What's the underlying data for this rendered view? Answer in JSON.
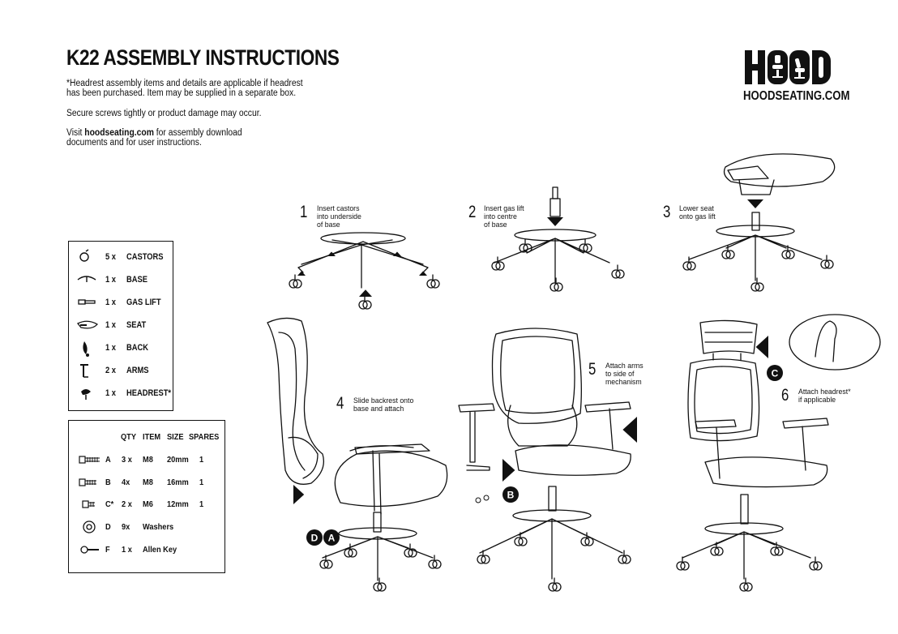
{
  "header": {
    "title": "K22 ASSEMBLY INSTRUCTIONS",
    "note_lines": [
      "*Headrest assembly items and details are applicable if headrest",
      "has been purchased. Item may be supplied in a separate box."
    ],
    "warning": "Secure screws tightly or product damage may occur.",
    "visit_prefix": "Visit ",
    "visit_link": "hoodseating.com",
    "visit_suffix": " for assembly download",
    "visit_line2": "documents and for user instructions."
  },
  "brand": {
    "logo": "HOOD",
    "website": "HOODSEATING.COM"
  },
  "parts_list": [
    {
      "qty": "5 x",
      "name": "CASTORS",
      "icon": "castor-icon"
    },
    {
      "qty": "1 x",
      "name": "BASE",
      "icon": "base-icon"
    },
    {
      "qty": "1 x",
      "name": "GAS LIFT",
      "icon": "gas-lift-icon"
    },
    {
      "qty": "1 x",
      "name": "SEAT",
      "icon": "seat-icon"
    },
    {
      "qty": "1 x",
      "name": "BACK",
      "icon": "back-icon"
    },
    {
      "qty": "2 x",
      "name": "ARMS",
      "icon": "arm-icon"
    },
    {
      "qty": "1 x",
      "name": "HEADREST*",
      "icon": "headrest-icon"
    }
  ],
  "hardware": {
    "headers": [
      "QTY",
      "ITEM",
      "SIZE",
      "SPARES"
    ],
    "rows": [
      {
        "id": "A",
        "qty": "3 x",
        "item": "M8",
        "size": "20mm",
        "spares": "1",
        "icon": "long-screw-icon"
      },
      {
        "id": "B",
        "qty": "4x",
        "item": "M8",
        "size": "16mm",
        "spares": "1",
        "icon": "medium-screw-icon"
      },
      {
        "id": "C*",
        "qty": "2 x",
        "item": "M6",
        "size": "12mm",
        "spares": "1",
        "icon": "short-screw-icon"
      },
      {
        "id": "D",
        "qty": "9x",
        "item": "Washers",
        "size": "",
        "spares": "",
        "icon": "washer-icon"
      },
      {
        "id": "F",
        "qty": "1 x",
        "item": "Allen Key",
        "size": "",
        "spares": "",
        "icon": "allen-key-icon"
      }
    ]
  },
  "steps": [
    {
      "num": "1",
      "lines": [
        "Insert castors",
        "into underside",
        "of base"
      ]
    },
    {
      "num": "2",
      "lines": [
        "Insert gas lift",
        "into centre",
        "of base"
      ]
    },
    {
      "num": "3",
      "lines": [
        "Lower seat",
        "onto gas lift"
      ]
    },
    {
      "num": "4",
      "lines": [
        "Slide backrest onto",
        "base and attach"
      ]
    },
    {
      "num": "5",
      "lines": [
        "Attach arms",
        "to side of",
        "mechanism"
      ]
    },
    {
      "num": "6",
      "lines": [
        "Attach headrest*",
        "if applicable"
      ]
    }
  ],
  "badges": {
    "step4": [
      "D",
      "A"
    ],
    "step5": "B",
    "step6": "C"
  }
}
